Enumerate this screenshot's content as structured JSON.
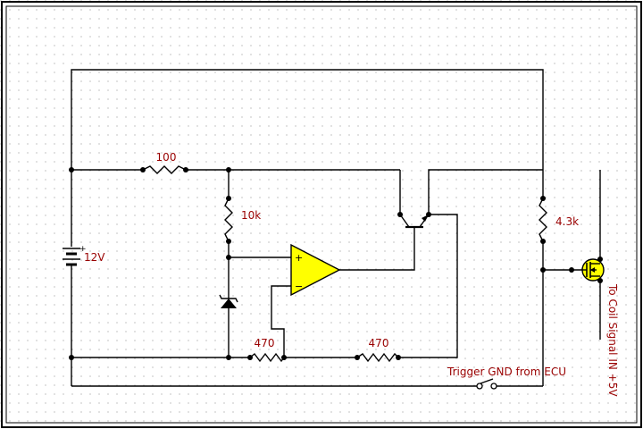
{
  "components": {
    "battery": {
      "label": "12V"
    },
    "r_series": {
      "label": "100"
    },
    "r_divider": {
      "label": "10k"
    },
    "r_pullup": {
      "label": "4.3k"
    },
    "r_fb_left": {
      "label": "470"
    },
    "r_fb_right": {
      "label": "470"
    },
    "opamp": {
      "plus": "+",
      "minus": "−"
    }
  },
  "annotations": {
    "trigger": "Trigger GND from ECU",
    "coil": "To Coil Signal IN +5V"
  },
  "colors": {
    "label": "#990000",
    "opamp_fill": "#ffff00",
    "wire": "#000000"
  }
}
